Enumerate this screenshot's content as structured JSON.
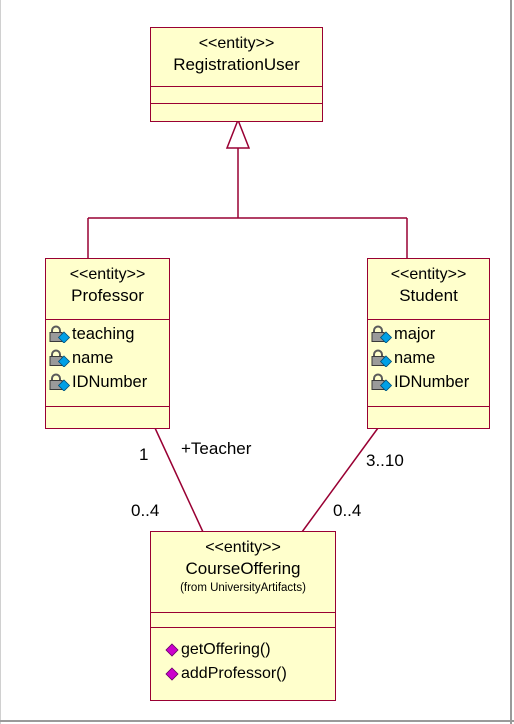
{
  "diagram": {
    "classes": {
      "registration_user": {
        "stereotype": "<<entity>>",
        "name": "RegistrationUser",
        "attributes": [],
        "operations": []
      },
      "professor": {
        "stereotype": "<<entity>>",
        "name": "Professor",
        "attributes": [
          "teaching",
          "name",
          "IDNumber"
        ],
        "operations": []
      },
      "student": {
        "stereotype": "<<entity>>",
        "name": "Student",
        "attributes": [
          "major",
          "name",
          "IDNumber"
        ],
        "operations": []
      },
      "course_offering": {
        "stereotype": "<<entity>>",
        "name": "CourseOffering",
        "from_note": "(from UniversityArtifacts)",
        "attributes": [],
        "operations": [
          "getOffering()",
          "addProfessor()"
        ]
      }
    },
    "relations": {
      "generalization": {
        "parent": "RegistrationUser",
        "children": [
          "Professor",
          "Student"
        ]
      },
      "professor_course": {
        "role": "+Teacher",
        "multiplicity_professor_end": "1",
        "multiplicity_course_end": "0..4"
      },
      "student_course": {
        "multiplicity_student_end": "3..10",
        "multiplicity_course_end": "0..4"
      }
    },
    "colors": {
      "class_fill": "#ffffcc",
      "class_border": "#990033",
      "link_line": "#990033",
      "attribute_icon_lock": "#7a7a7a",
      "attribute_icon_diamond": "#00a0e6",
      "operation_icon": "#cc00cc"
    },
    "icons": {
      "attribute": "private-attribute-lock-icon",
      "operation": "public-operation-diamond-icon"
    }
  }
}
